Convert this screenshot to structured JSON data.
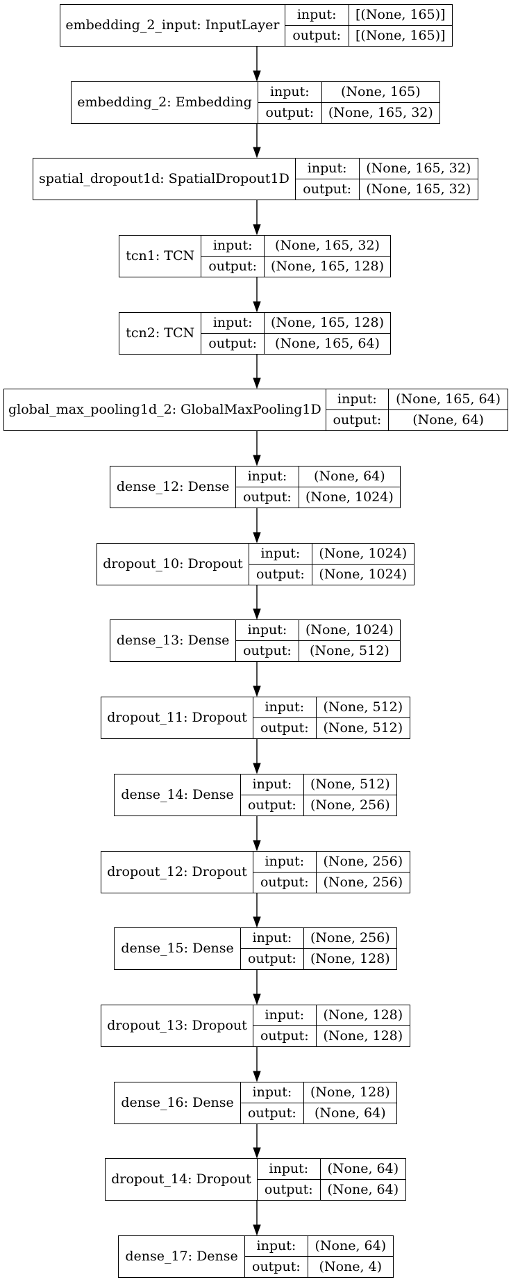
{
  "labels": {
    "input": "input:",
    "output": "output:"
  },
  "layers": [
    {
      "name": "embedding_2_input: InputLayer",
      "input": "[(None, 165)]",
      "output": "[(None, 165)]"
    },
    {
      "name": "embedding_2: Embedding",
      "input": "(None, 165)",
      "output": "(None, 165, 32)"
    },
    {
      "name": "spatial_dropout1d: SpatialDropout1D",
      "input": "(None, 165, 32)",
      "output": "(None, 165, 32)"
    },
    {
      "name": "tcn1: TCN",
      "input": "(None, 165, 32)",
      "output": "(None, 165, 128)"
    },
    {
      "name": "tcn2: TCN",
      "input": "(None, 165, 128)",
      "output": "(None, 165, 64)"
    },
    {
      "name": "global_max_pooling1d_2: GlobalMaxPooling1D",
      "input": "(None, 165, 64)",
      "output": "(None, 64)"
    },
    {
      "name": "dense_12: Dense",
      "input": "(None, 64)",
      "output": "(None, 1024)"
    },
    {
      "name": "dropout_10: Dropout",
      "input": "(None, 1024)",
      "output": "(None, 1024)"
    },
    {
      "name": "dense_13: Dense",
      "input": "(None, 1024)",
      "output": "(None, 512)"
    },
    {
      "name": "dropout_11: Dropout",
      "input": "(None, 512)",
      "output": "(None, 512)"
    },
    {
      "name": "dense_14: Dense",
      "input": "(None, 512)",
      "output": "(None, 256)"
    },
    {
      "name": "dropout_12: Dropout",
      "input": "(None, 256)",
      "output": "(None, 256)"
    },
    {
      "name": "dense_15: Dense",
      "input": "(None, 256)",
      "output": "(None, 128)"
    },
    {
      "name": "dropout_13: Dropout",
      "input": "(None, 128)",
      "output": "(None, 128)"
    },
    {
      "name": "dense_16: Dense",
      "input": "(None, 128)",
      "output": "(None, 64)"
    },
    {
      "name": "dropout_14: Dropout",
      "input": "(None, 64)",
      "output": "(None, 64)"
    },
    {
      "name": "dense_17: Dense",
      "input": "(None, 64)",
      "output": "(None, 4)"
    }
  ]
}
